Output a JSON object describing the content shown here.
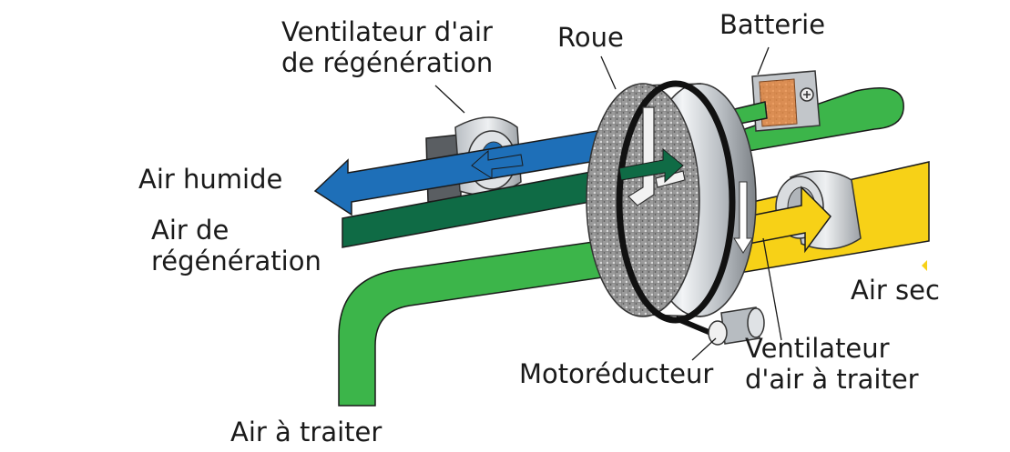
{
  "labels": {
    "regen_fan": [
      "Ventilateur d'air",
      "de régénération"
    ],
    "wheel": "Roue",
    "battery": "Batterie",
    "humid_air": "Air humide",
    "regen_air": [
      "Air de",
      "régénération"
    ],
    "dry_air": "Air sec",
    "motor": "Motoréducteur",
    "process_fan": [
      "Ventilateur",
      "d'air à traiter"
    ],
    "process_air": "Air à traiter"
  },
  "colors": {
    "humid_air": "#1e6fb8",
    "regen_air_dark": "#0f6b45",
    "regen_air_light": "#3cb54a",
    "process_air": "#3cb54a",
    "dry_air": "#f7d117",
    "battery_heater": "#f08a3c",
    "wheel_media": "#8a8a8a",
    "belt": "#111111",
    "metal": "#c9cdd2"
  },
  "icons": [
    "fan-icon",
    "heater-battery-icon",
    "desiccant-wheel-icon",
    "gear-motor-icon",
    "plus-terminal-icon"
  ]
}
